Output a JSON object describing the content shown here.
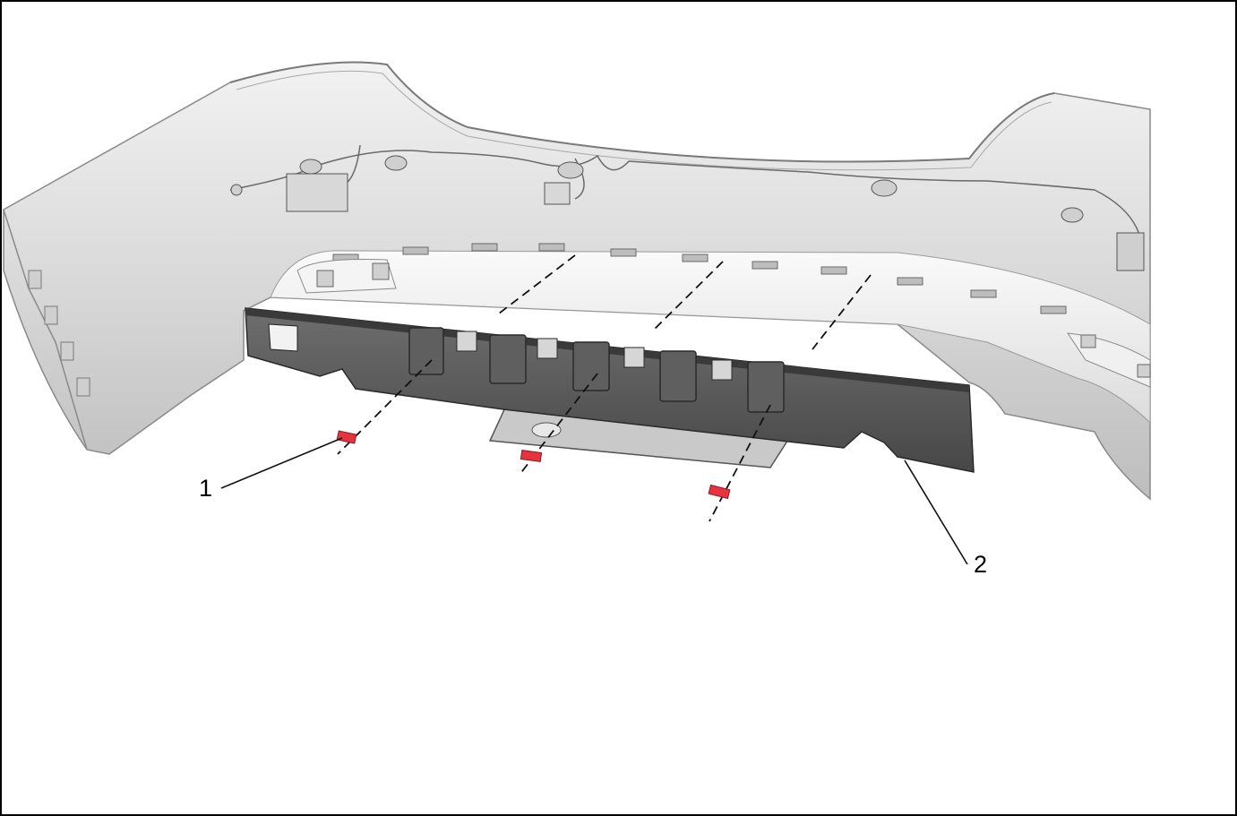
{
  "callouts": {
    "c1": {
      "label": "1"
    },
    "c2": {
      "label": "2"
    }
  },
  "colors": {
    "bumper_light": "#e9e9e9",
    "bumper_mid": "#c8c8c8",
    "bumper_dark": "#9a9a9a",
    "bracket": "#5b5b5b",
    "bracket_edge": "#2a2a2a",
    "tape": "#e63340"
  },
  "icons": [
    "bumper-fascia",
    "reinforcement-bracket",
    "adhesive-tape-pad"
  ]
}
